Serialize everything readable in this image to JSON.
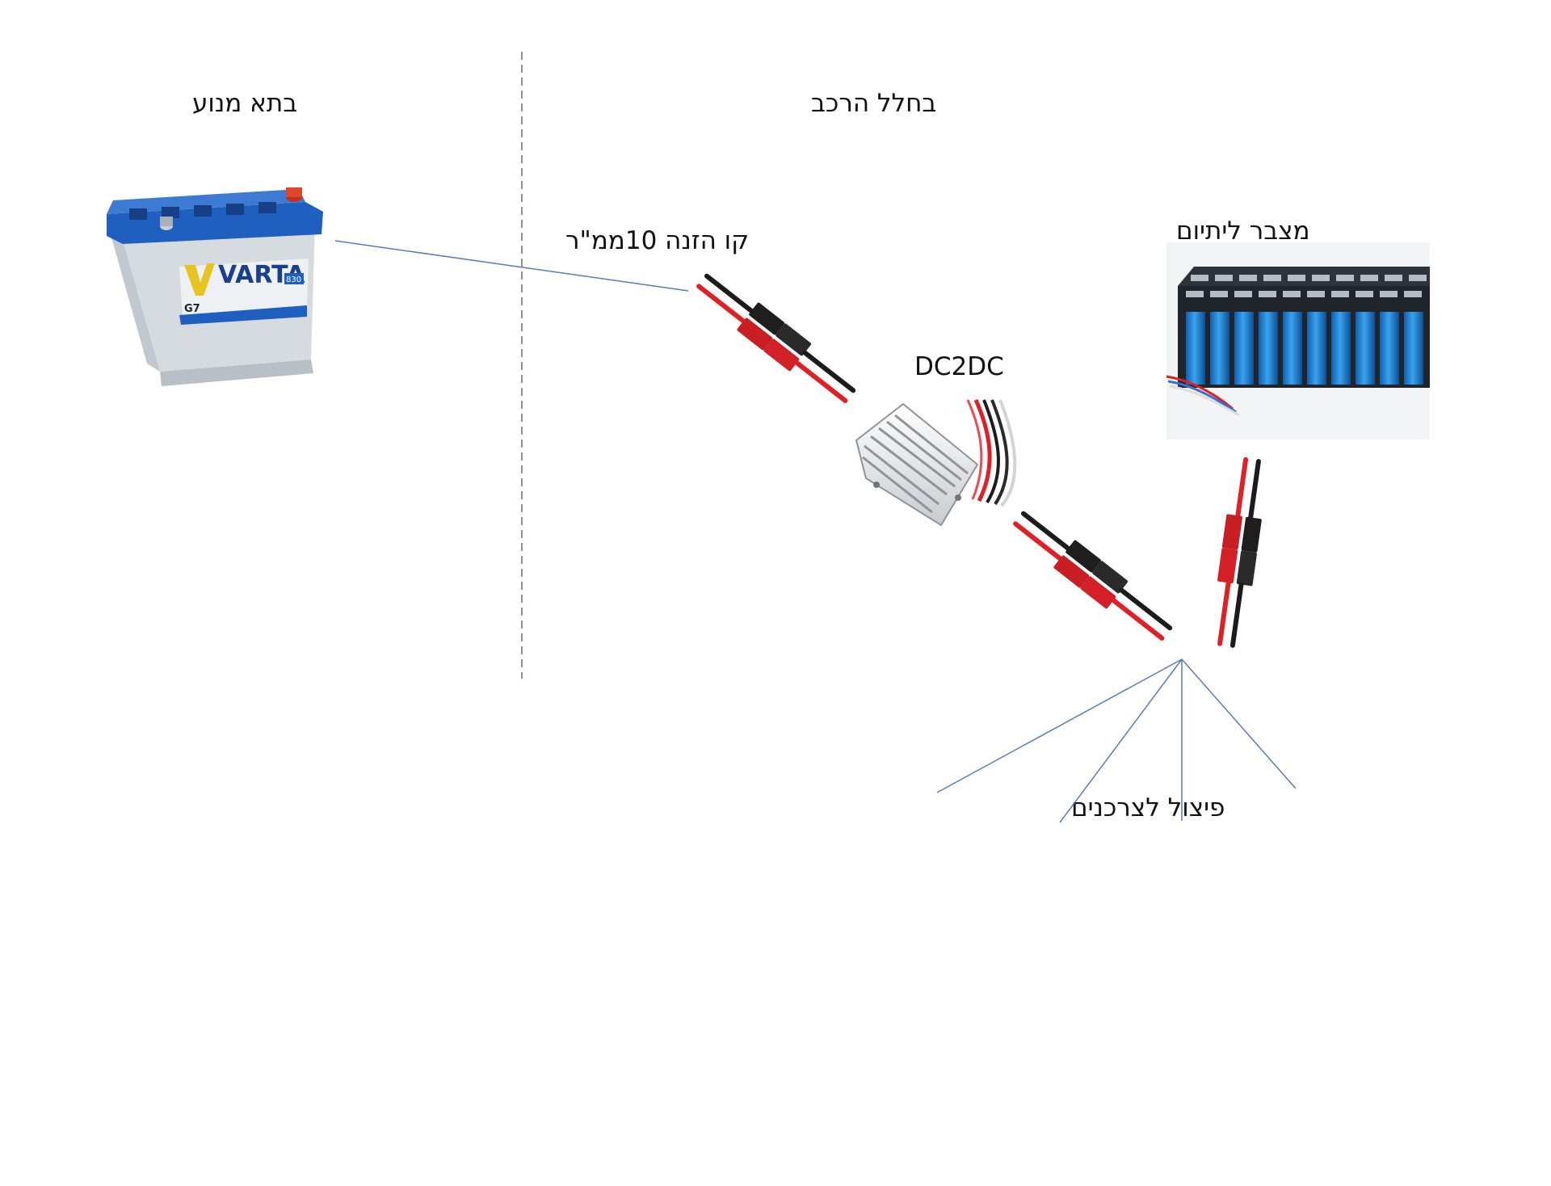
{
  "labels": {
    "engine_bay": "בתא מנוע",
    "cabin": "בחלל הרכב",
    "feed_line": "קו הזנה 10ממ\"ר",
    "lithium_battery": "מצבר ליתיום",
    "dc2dc": "DC2DC",
    "distribution": "פיצול לצרכנים"
  },
  "battery_label": {
    "brand": "VARTA",
    "model": "G7",
    "code": "830"
  },
  "colors": {
    "divider": "#7f94b4",
    "line": "#5b7bb5",
    "wire_red": "#e12026",
    "wire_black": "#1c1c1c",
    "connector_red": "#c81e24",
    "battery_blue": "#1f5fc0",
    "cell_blue": "#1e86d8",
    "converter_gray": "#bfc3c7"
  }
}
